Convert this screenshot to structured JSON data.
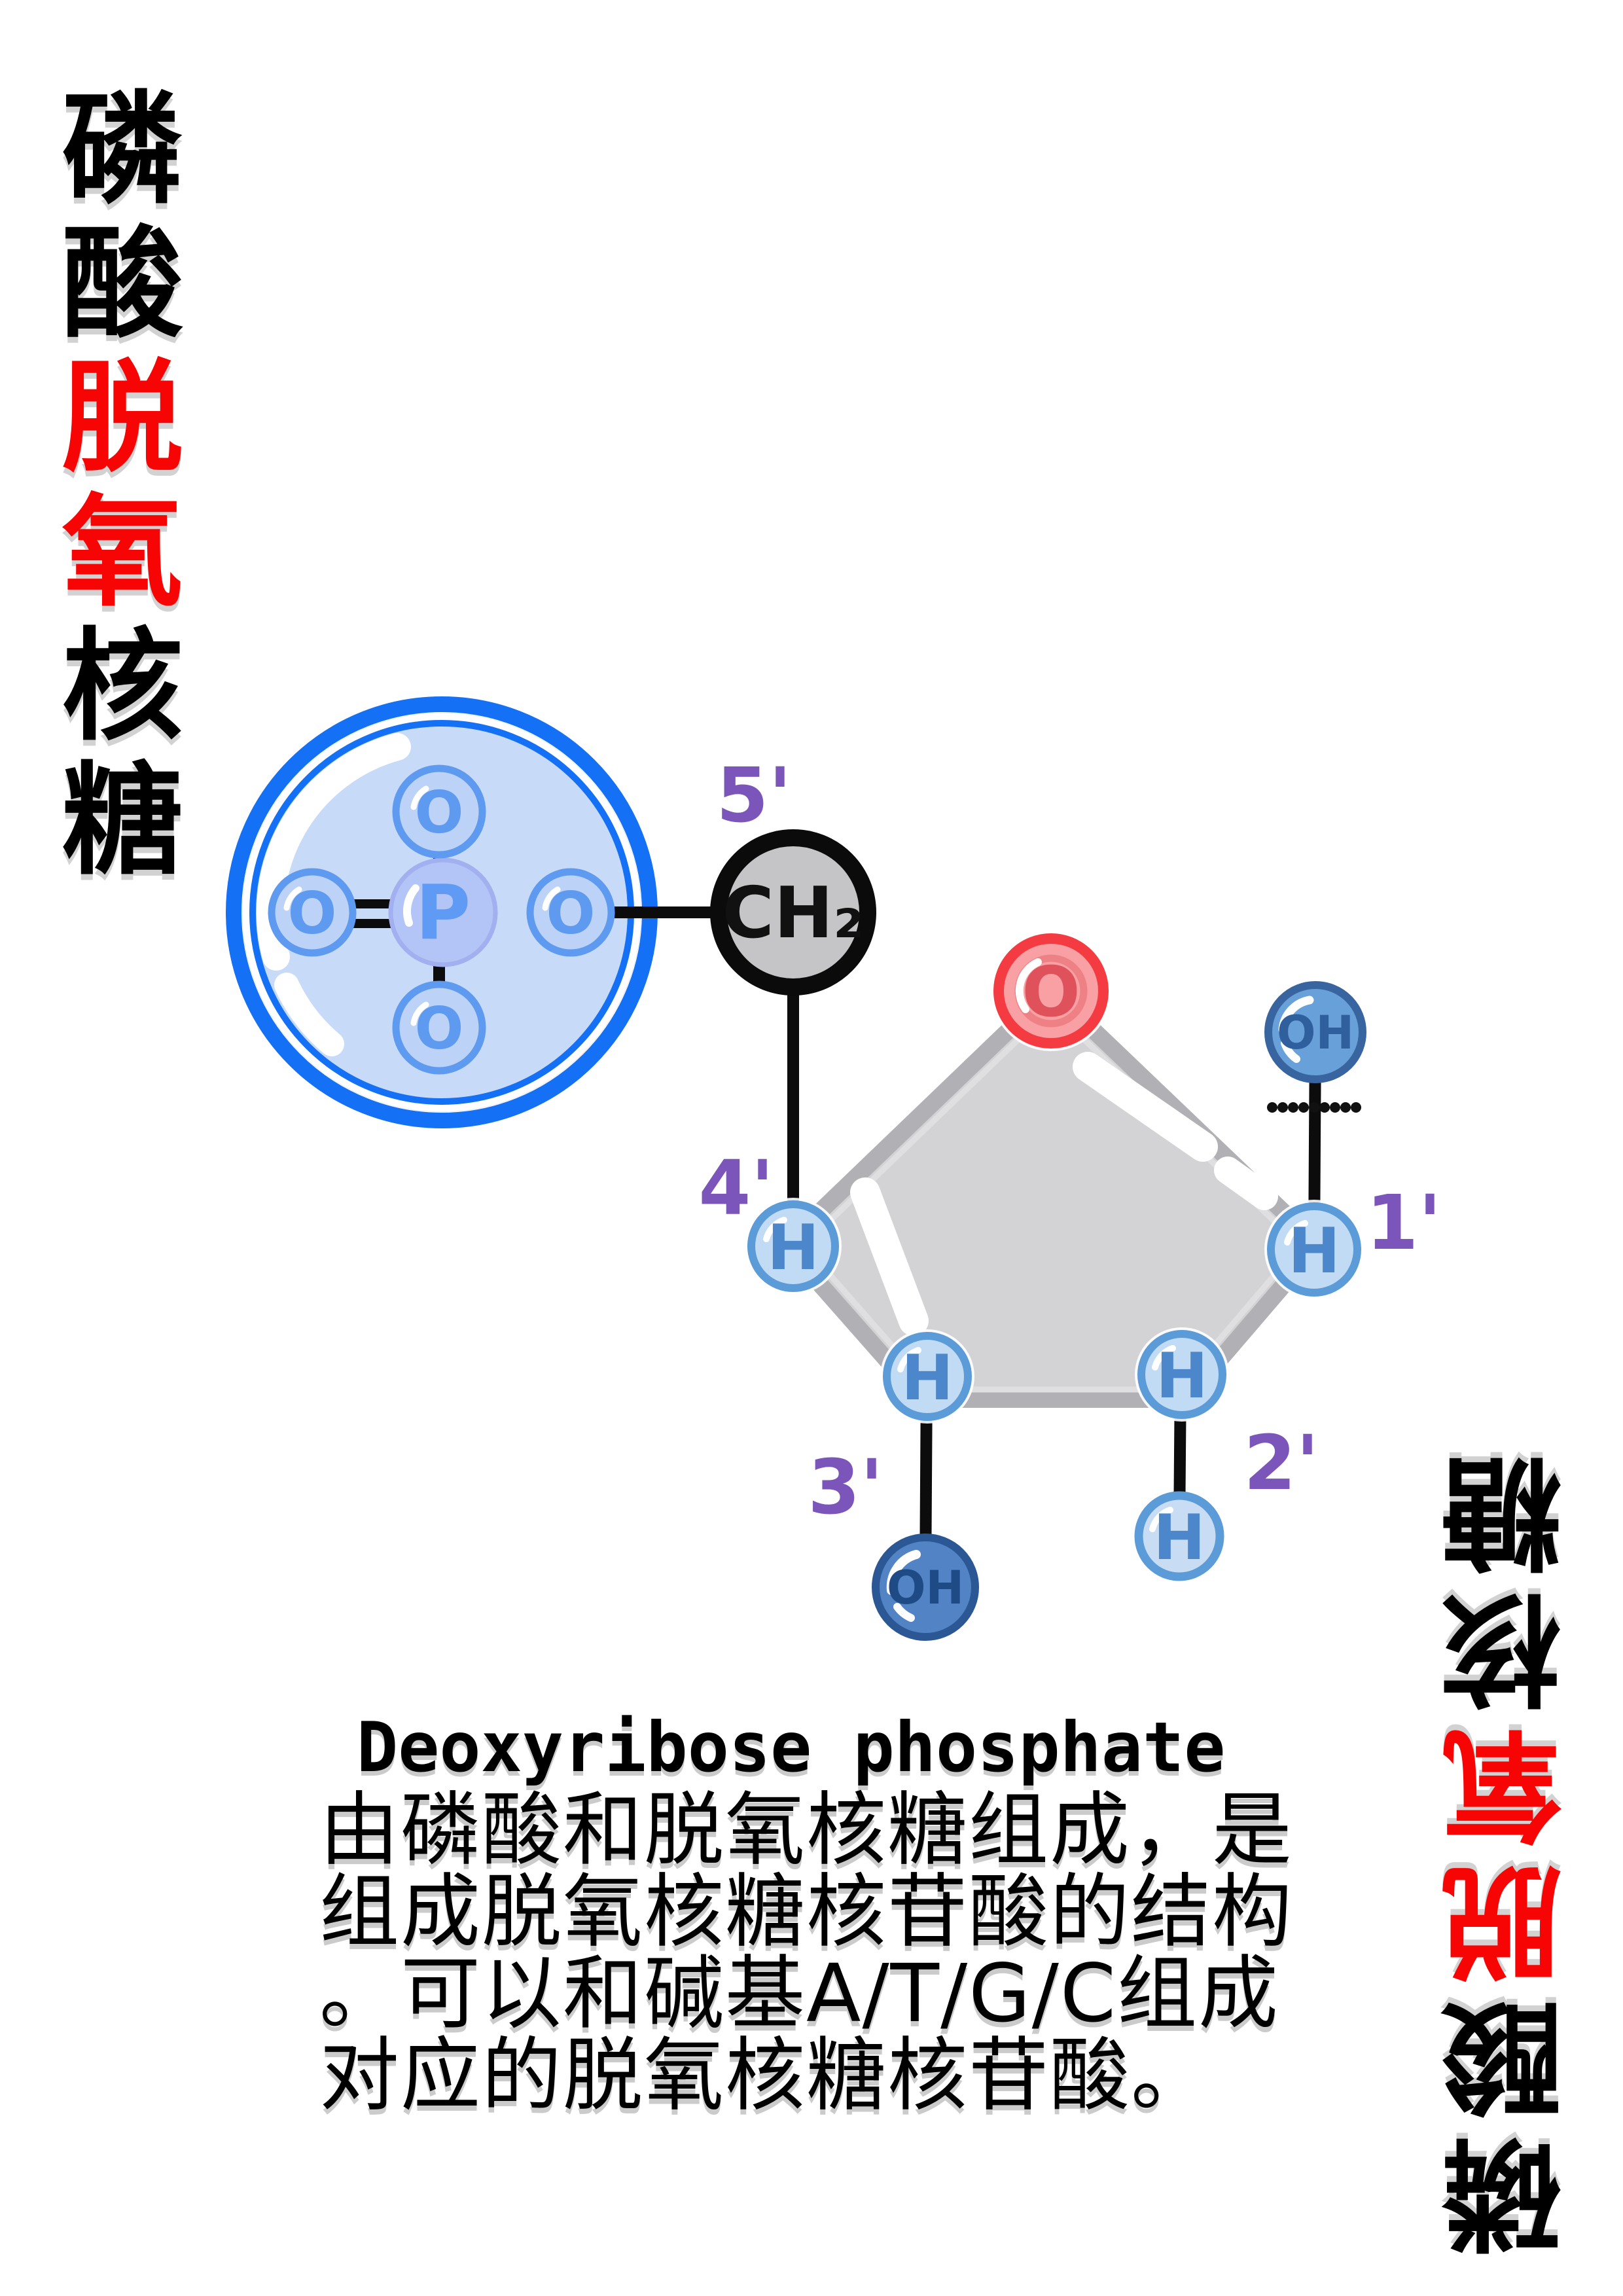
{
  "column": {
    "part_top": "磷酸",
    "part_middle_red": "脱氧",
    "part_bottom": "核糖"
  },
  "diagram": {
    "phosphorus": "P",
    "oxygen": "O",
    "ring_oxygen": "O",
    "hydrogen": "H",
    "hydroxyl": "OH",
    "ch2_label": "CH₂",
    "carbon_labels": {
      "c5": "5'",
      "c4": "4'",
      "c3": "3'",
      "c2": "2'",
      "c1": "1'"
    }
  },
  "caption": {
    "title": "Deoxyribose phosphate",
    "line1": "由磷酸和脱氧核糖组成，是",
    "line2": "组成脱氧核糖核苷酸的结构",
    "line3": "。可以和碱基A/T/G/C组成",
    "line4": "对应的脱氧核糖核苷酸。"
  },
  "colors": {
    "red_text": "#f70505",
    "purple_label": "#7b55ba",
    "phosphate_ring_blue": "#1470f4",
    "phosphate_fill": "#c7dbf9",
    "p_atom_fill": "#b3c4f6",
    "o_atom_fill": "#bcd2f6",
    "o_atom_border": "#5d9af0",
    "h_atom_fill": "#c2dbf4",
    "h_atom_border": "#5b9bd8",
    "oh_top_fill": "#68a0da",
    "oh_bottom_fill": "#5284c5",
    "ring_oxygen_red": "#f43b42",
    "ring_oxygen_fill": "#f8a0a4",
    "pentagon_fill": "#d3d3d5",
    "pentagon_border": "#b1b1b5",
    "ch2_fill": "#c5c5c7",
    "bond_black": "#0c0c0c"
  }
}
